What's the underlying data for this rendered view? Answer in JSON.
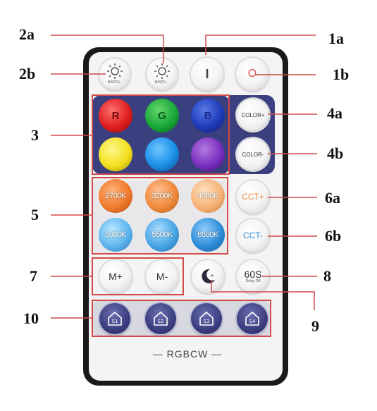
{
  "labels": {
    "l1a": "1a",
    "l1b": "1b",
    "l2a": "2a",
    "l2b": "2b",
    "l3": "3",
    "l4a": "4a",
    "l4b": "4b",
    "l5": "5",
    "l6a": "6a",
    "l6b": "6b",
    "l7": "7",
    "l8": "8",
    "l9": "9",
    "l10": "10"
  },
  "top_row": {
    "brightness_up_text": "B/SPD+",
    "brightness_down_text": "B/SPD-",
    "on_symbol": "I",
    "off_symbol": "O"
  },
  "colors": {
    "red": "R",
    "green": "G",
    "blue": "B",
    "color_plus": "COLOR+",
    "color_minus": "COLOR-"
  },
  "cct": {
    "k2700": "2700K",
    "k3200": "3200K",
    "k4000": "4000K",
    "k5000": "5000K",
    "k5500": "5500K",
    "k6500": "6500K",
    "cct_plus": "CCT+",
    "cct_minus": "CCT-"
  },
  "memory": {
    "m_plus": "M+",
    "m_minus": "M-"
  },
  "timer": {
    "main": "60S",
    "sub": "Delay Off"
  },
  "scenes": [
    "S1",
    "S2",
    "S3",
    "S4"
  ],
  "brand": "— RGBCW —"
}
